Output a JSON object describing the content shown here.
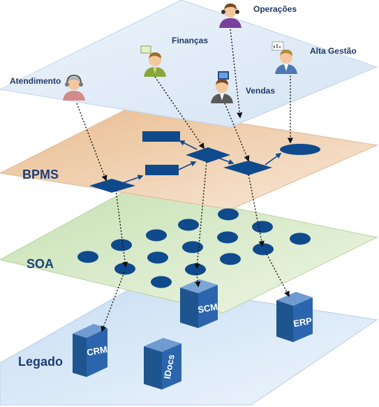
{
  "roles": {
    "operacoes": "Operações",
    "financas": "Finanças",
    "alta_gestao": "Alta Gestão",
    "atendimento": "Atendimento",
    "vendas": "Vendas"
  },
  "layers": {
    "bpms": "BPMS",
    "soa": "SOA",
    "legado": "Legado"
  },
  "systems": {
    "crm": "CRM",
    "scm": "SCM",
    "erp": "ERP",
    "idocs": "IDocs"
  },
  "colors": {
    "shape_fill": "#0f4a8c",
    "arrow": "#111111",
    "roles_plane": "#dfeaf6",
    "bpms_plane": "#f1d4b3",
    "soa_plane": "#d7eac8",
    "legado_plane": "#d9e8f7",
    "cube_front": "#2c65ad",
    "cube_top": "#6f9bd0"
  }
}
